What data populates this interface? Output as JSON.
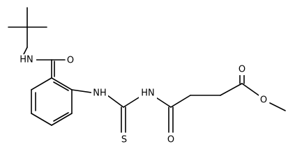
{
  "molecule": {
    "atoms": [
      {
        "id": "hn_amide",
        "label": "HN"
      },
      {
        "id": "o_amide",
        "label": "O"
      },
      {
        "id": "nh_thiourea",
        "label": "NH"
      },
      {
        "id": "hn_acyl",
        "label": "HN"
      },
      {
        "id": "s_thione",
        "label": "S"
      },
      {
        "id": "o_ketone",
        "label": "O"
      },
      {
        "id": "o_ester_carbonyl",
        "label": "O"
      },
      {
        "id": "o_ester_ether",
        "label": "O"
      }
    ]
  }
}
